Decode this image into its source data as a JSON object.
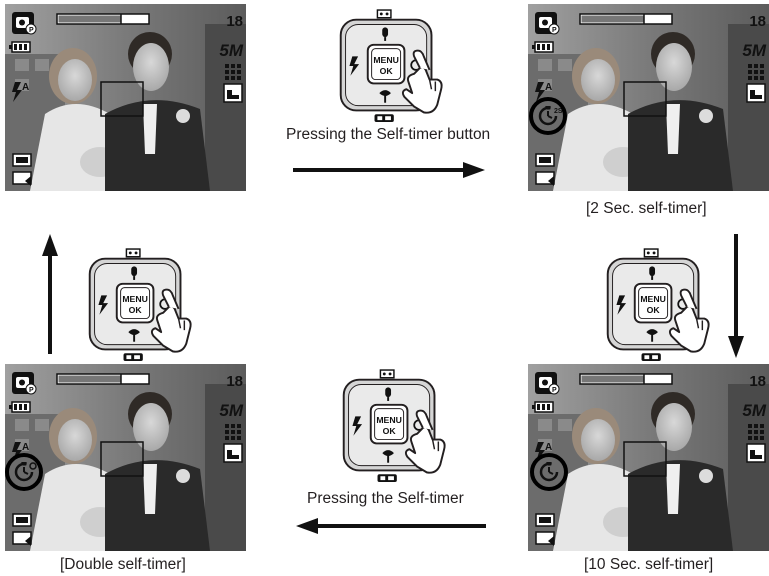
{
  "screens": {
    "top_left": {
      "shots": "18",
      "resolution": "5M",
      "timer": "none"
    },
    "top_right": {
      "shots": "18",
      "resolution": "5M",
      "timer": "2sec",
      "caption": "[2 Sec. self-timer]"
    },
    "bottom_right": {
      "shots": "18",
      "resolution": "5M",
      "timer": "10sec",
      "caption": "[10 Sec. self-timer]"
    },
    "bottom_left": {
      "shots": "18",
      "resolution": "5M",
      "timer": "double",
      "caption": "[Double self-timer]"
    }
  },
  "pads": {
    "menu_line1": "MENU",
    "menu_line2": "OK"
  },
  "captions": {
    "top_center": "Pressing the Self-timer button",
    "bottom_center": "Pressing the Self-timer"
  },
  "icons": [
    "camera-mode-icon",
    "battery-icon",
    "flash-auto-icon",
    "self-timer-icon",
    "hand-press-icon",
    "arrow-right-icon",
    "arrow-down-icon",
    "arrow-left-icon",
    "arrow-up-icon"
  ],
  "colors": {
    "line": "#231f20",
    "screen_bg": "#8f8f8f"
  }
}
